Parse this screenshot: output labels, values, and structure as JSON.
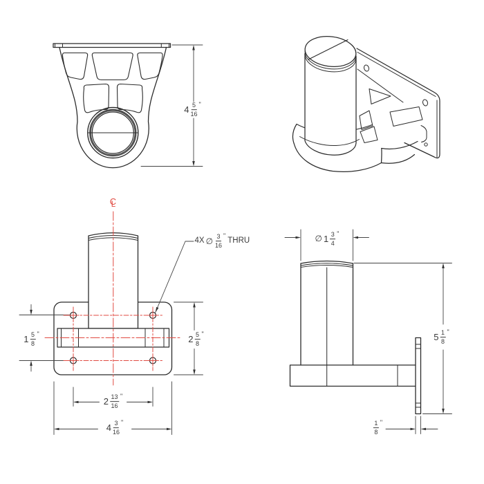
{
  "colors": {
    "line": "#2b2b2b",
    "dimension_text": "#3a3a3a",
    "centerline": "#e04940",
    "background": "#ffffff"
  },
  "dimensions": {
    "front_height": {
      "whole": "4",
      "numerator": "5",
      "denominator": "16",
      "unit": "\""
    },
    "hole_callout": {
      "count_prefix": "4X",
      "diameter_symbol": "∅",
      "numerator": "3",
      "denominator": "16",
      "unit": "\"",
      "suffix": "THRU"
    },
    "hole_row_spacing": {
      "whole": "1",
      "numerator": "5",
      "denominator": "8",
      "unit": "\""
    },
    "plate_height": {
      "whole": "2",
      "numerator": "5",
      "denominator": "8",
      "unit": "\""
    },
    "hole_column_spacing": {
      "whole": "2",
      "numerator": "13",
      "denominator": "16",
      "unit": "\""
    },
    "plate_width": {
      "whole": "4",
      "numerator": "3",
      "denominator": "16",
      "unit": "\""
    },
    "cylinder_diameter": {
      "diameter_symbol": "∅",
      "whole": "1",
      "numerator": "3",
      "denominator": "4",
      "unit": "\""
    },
    "overall_height": {
      "whole": "5",
      "numerator": "1",
      "denominator": "8",
      "unit": "\""
    },
    "plate_thickness": {
      "numerator": "1",
      "denominator": "8",
      "unit": "\""
    },
    "centerline_symbol": {
      "c": "C",
      "l": "L"
    }
  }
}
